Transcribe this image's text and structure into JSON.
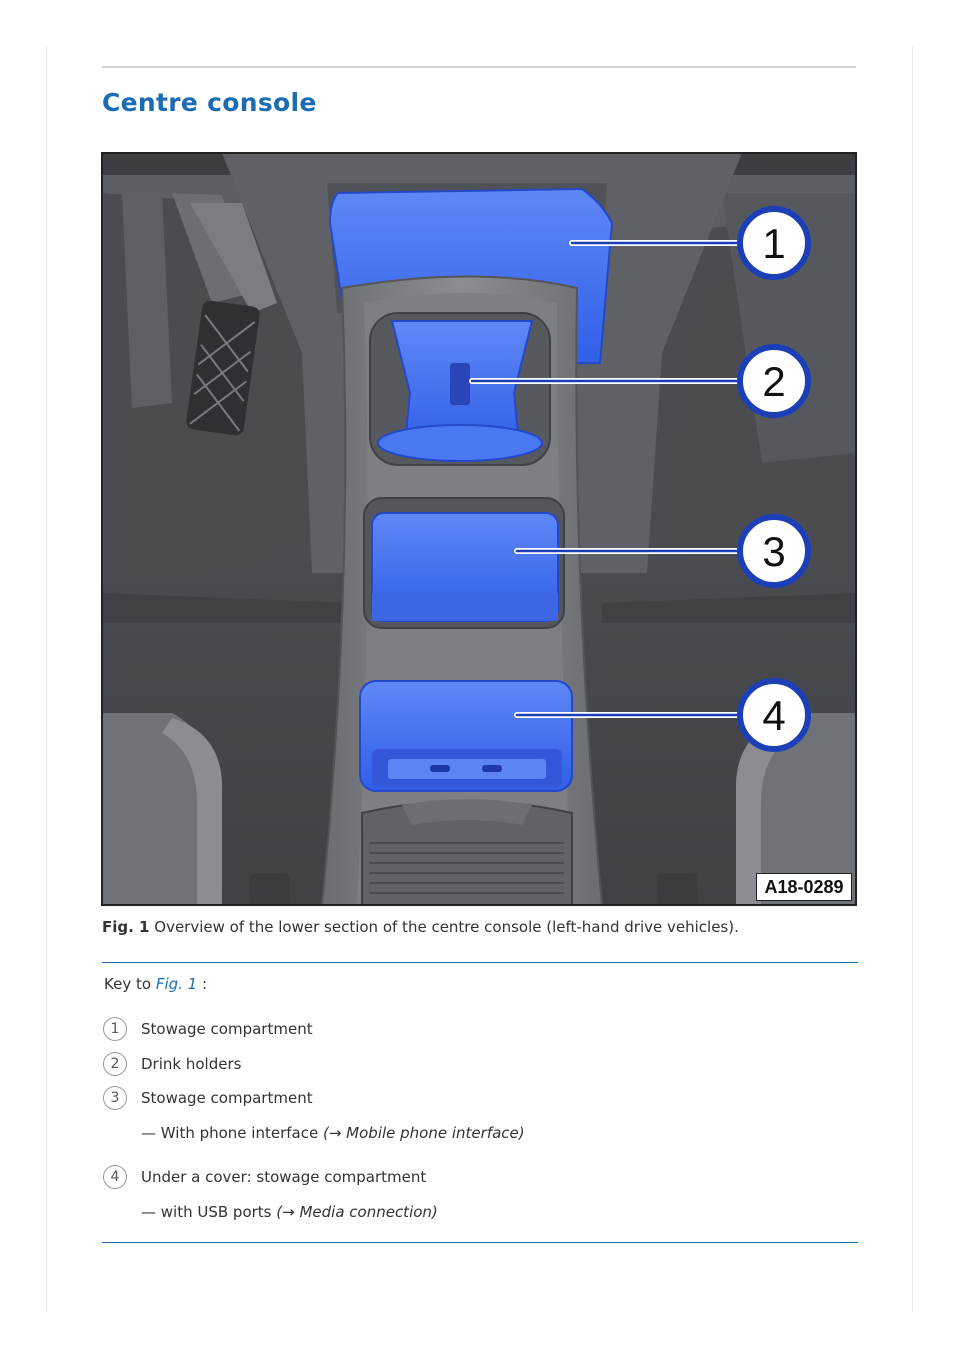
{
  "page": {
    "title": "Centre console"
  },
  "figure": {
    "code": "A18-0289",
    "callouts": [
      "1",
      "2",
      "3",
      "4"
    ]
  },
  "caption": {
    "label": "Fig. 1",
    "text": "Overview of the lower section of the centre console (left-hand drive vehicles)."
  },
  "key": {
    "prefix": "Key to",
    "fig_ref": "Fig. 1",
    "suffix": ":",
    "items": [
      {
        "number": "1",
        "label": "Stowage compartment"
      },
      {
        "number": "2",
        "label": "Drink holders"
      },
      {
        "number": "3",
        "label": "Stowage compartment",
        "sub_text": "— With phone interface",
        "sub_link": "(→ Mobile phone interface)"
      },
      {
        "number": "4",
        "label": "Under a cover: stowage compartment",
        "sub_text": "— with USB ports",
        "sub_link": "(→ Media connection)"
      }
    ]
  },
  "colors": {
    "title_blue": "#1b6cb5",
    "highlight_blue": "#3d6cf0",
    "rule_blue": "#1b6cb5"
  }
}
